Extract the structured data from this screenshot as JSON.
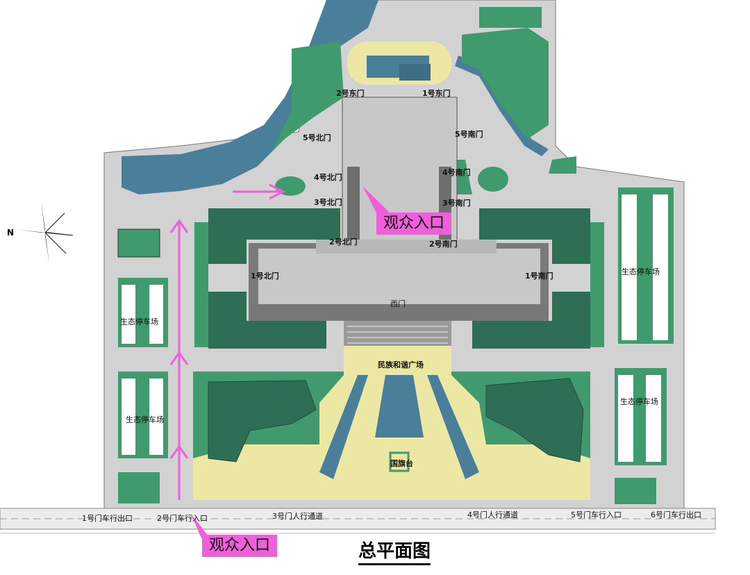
{
  "title": "总平面图",
  "north_label": "N",
  "gates": {
    "east_2": "2号东门",
    "east_1": "1号东门",
    "north_5": "5号北门",
    "south_5": "5号南门",
    "north_4": "4号北门",
    "south_4": "4号南门",
    "north_3": "3号北门",
    "south_3": "3号南门",
    "north_2": "2号北门",
    "south_2": "2号南门",
    "north_1": "1号北门",
    "south_1": "1号南门",
    "west": "西门"
  },
  "areas": {
    "plaza": "民族和谐广场",
    "flag_platform": "国旗台",
    "parking_left_upper": "生态停车场",
    "parking_left_lower": "生态停车场",
    "parking_right_upper": "生态停车场",
    "parking_right_lower": "生态停车场"
  },
  "entrances": {
    "gate1_car_exit": "1号门车行出口",
    "gate2_car_entry": "2号门车行入口",
    "gate3_pedestrian": "3号门人行通道",
    "gate4_pedestrian": "4号门人行通道",
    "gate5_car_entry": "5号门车行入口",
    "gate6_car_exit": "6号门车行出口"
  },
  "callouts": {
    "audience_entry_top": "观众入口",
    "audience_entry_bottom": "观众入口"
  },
  "colors": {
    "road": "#cfcfcf",
    "green": "#3f9a6e",
    "dark_green": "#2e6e55",
    "light_green": "#4fae82",
    "sand": "#ece7a3",
    "water": "#4a7f99",
    "building": "#c8c8c8",
    "callout": "#ee5fd9"
  }
}
